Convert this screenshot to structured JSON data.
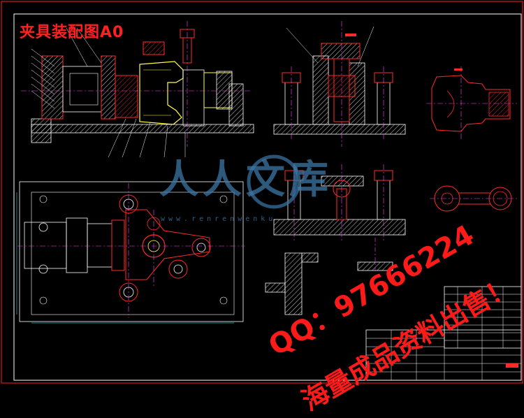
{
  "drawing": {
    "title": "夹具装配图A0",
    "watermark_brand": "人人文库",
    "watermark_url": "www.renrenwenku",
    "watermark_qq": "QQ：97666224",
    "watermark_sale": "海量成品资料出售！"
  },
  "colors": {
    "background": "#000000",
    "outline": "#ffffff",
    "part": "#ff2a2a",
    "centerline": "#ff40ff",
    "workpiece": "#ffff40",
    "dimension": "#40ffff",
    "accent": "#ff1a1a"
  }
}
